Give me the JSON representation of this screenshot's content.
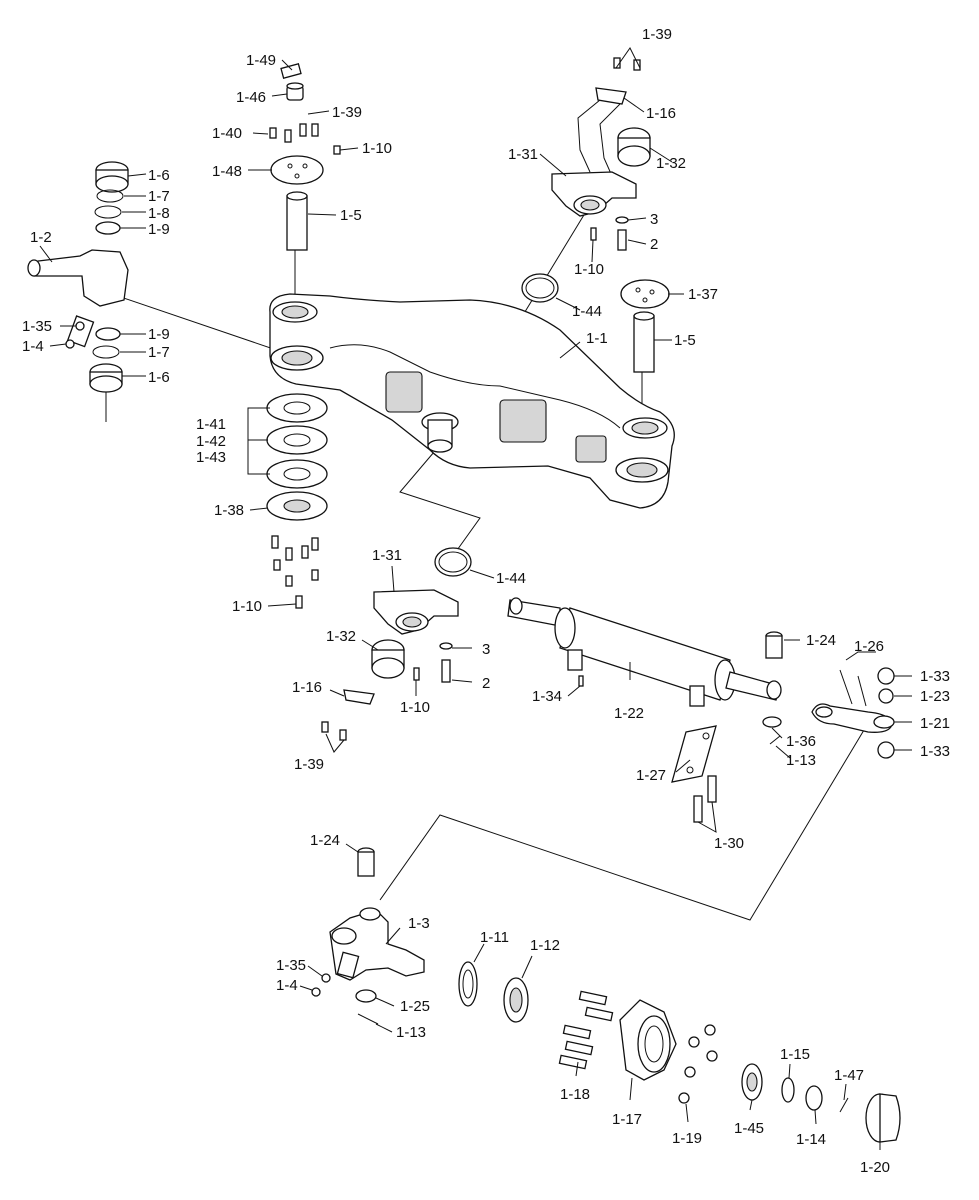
{
  "callouts": {
    "c1": "1-49",
    "c2": "1-46",
    "c3": "1-39",
    "c4": "1-40",
    "c5": "1-10",
    "c6": "1-48",
    "c7": "1-5",
    "c8": "1-6",
    "c9": "1-7",
    "c10": "1-8",
    "c11": "1-9",
    "c12": "1-2",
    "c13": "1-35",
    "c14": "1-4",
    "c15": "1-9",
    "c16": "1-7",
    "c17": "1-6",
    "c18": "1-39",
    "c19": "1-16",
    "c20": "1-31",
    "c21": "1-32",
    "c22": "3",
    "c23": "2",
    "c24": "1-10",
    "c25": "1-44",
    "c26": "1-37",
    "c27": "1-1",
    "c28": "1-5",
    "c29": "1-41",
    "c30": "1-42",
    "c31": "1-43",
    "c32": "1-38",
    "c33": "1-10",
    "c34": "1-31",
    "c35": "1-44",
    "c36": "1-32",
    "c37": "3",
    "c38": "2",
    "c39": "1-16",
    "c40": "1-10",
    "c41": "1-39",
    "c42": "1-24",
    "c43": "1-26",
    "c44": "1-33",
    "c45": "1-23",
    "c46": "1-21",
    "c47": "1-36",
    "c48": "1-13",
    "c49": "1-33",
    "c50": "1-34",
    "c51": "1-22",
    "c52": "1-27",
    "c53": "1-30",
    "c54": "1-24",
    "c55": "1-3",
    "c56": "1-11",
    "c57": "1-12",
    "c58": "1-35",
    "c59": "1-4",
    "c60": "1-25",
    "c61": "1-13",
    "c62": "1-18",
    "c63": "1-17",
    "c64": "1-19",
    "c65": "1-45",
    "c66": "1-15",
    "c67": "1-14",
    "c68": "1-47",
    "c69": "1-20"
  }
}
